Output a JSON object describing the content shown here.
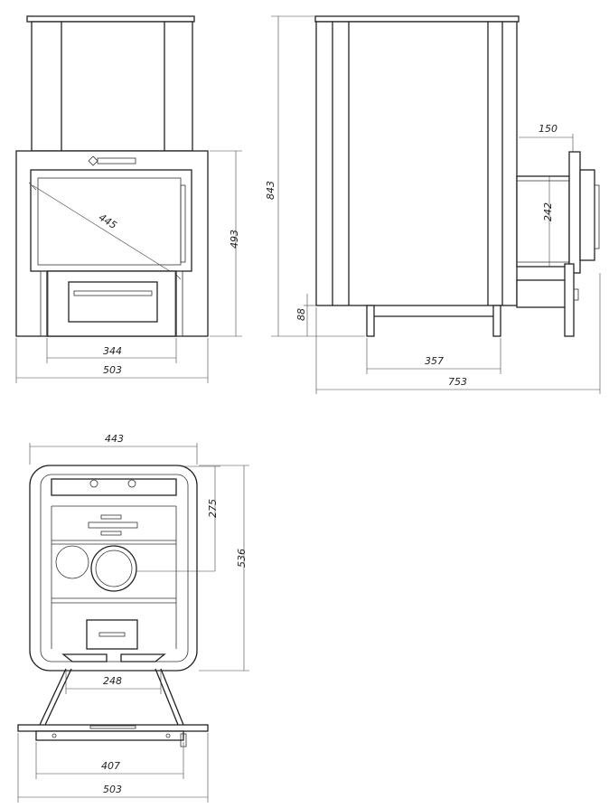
{
  "drawing": {
    "views": [
      "front",
      "side",
      "top"
    ],
    "dimensions": {
      "front_glass_diagonal": "445",
      "front_door_height": "493",
      "front_ashpan_width": "344",
      "front_total_width": "503",
      "side_total_height": "843",
      "side_chimney_offset": "150",
      "side_flue_height": "242",
      "side_leg_height": "88",
      "side_leg_span": "357",
      "side_total_depth": "753",
      "top_body_width": "443",
      "top_flue_offset": "275",
      "top_body_depth": "536",
      "top_leg_span": "248",
      "top_base_width": "407",
      "top_total_width": "503"
    }
  }
}
